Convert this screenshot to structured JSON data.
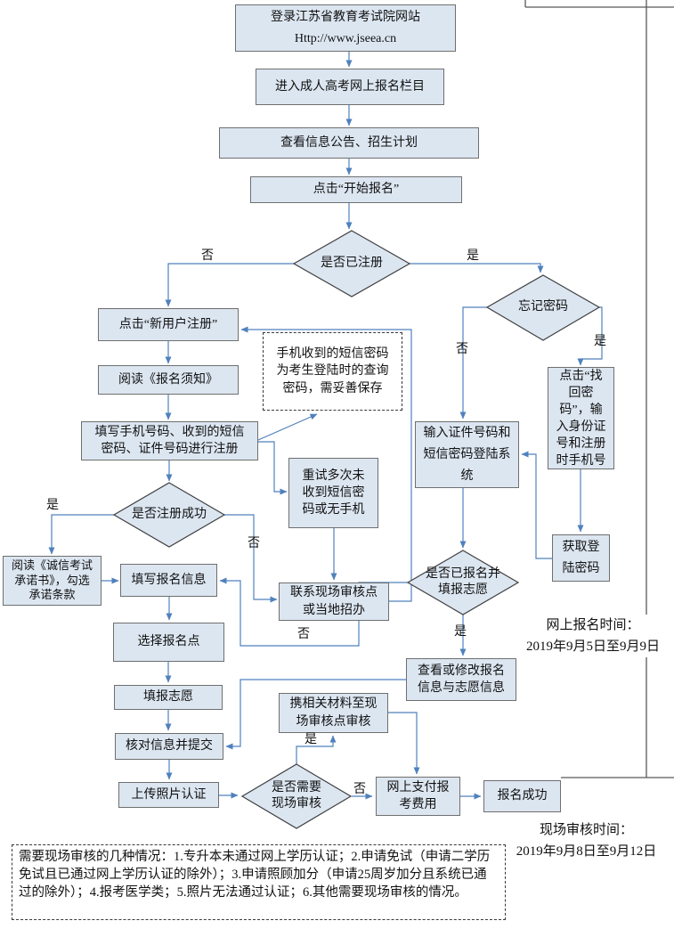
{
  "labels": {
    "yes": "是",
    "no": "否"
  },
  "nodes": {
    "login": "登录江苏省教育考试院网站\nHttp://www.jseea.cn",
    "enter": "进入成人高考网上报名栏目",
    "view": "查看信息公告、招生计划",
    "start": "点击“开始报名”",
    "registered": "是否已注册",
    "newuser": "点击“新用户注册”",
    "notice": "阅读《报名须知》",
    "fill": "填写手机号码、收到的短信\n密码、证件号码进行注册",
    "sms_note": "手机收到的短信密码\n为考生登陆时的查询\n密码，需妥善保存",
    "reg_success": "是否注册成功",
    "honesty": "阅读《诚信考试\n承诺书》，勾选\n承诺条款",
    "fill_info": "填写报名信息",
    "retry": "重试多次未\n收到短信密\n码或无手机",
    "contact": "联系现场审核点\n或当地招办",
    "forgot": "忘记密码",
    "find_pwd": "点击“找\n回密\n码”，输\n入身份证\n号和注册\n时手机号",
    "login_sys": "输入证件号码和\n短信密码登陆系\n统",
    "get_pwd": "获取登\n陆密码",
    "applied": "是否已报名并\n填报志愿",
    "modify": "查看或修改报名\n信息与志愿信息",
    "choose": "选择报名点",
    "volunteer": "填报志愿",
    "verify": "核对信息并提交",
    "upload": "上传照片认证",
    "onsite": "是否需要\n现场审核",
    "materials": "携相关材料至现\n场审核点审核",
    "pay": "网上支付报\n考费用",
    "success": "报名成功",
    "cases": "需要现场审核的几种情况：1.专升本未通过网上学历认证；2.申请免试（申请二学历免试且已通过网上学历认证的除外）；3.申请照顾加分（申请25周岁加分且系统已通过的除外）；4.报考医学类；5.照片无法通过认证；6.其他需要现场审核的情况。"
  },
  "annotations": {
    "online_time": "网上报名时间：\n2019年9月5日至9月9日",
    "onsite_time": "现场审核时间：\n2019年9月8日至9月12日"
  },
  "colors": {
    "node_fill": "#dce6f1",
    "node_border": "#6f6f6f",
    "diamond_border": "#404040",
    "arrow": "#4f81bd",
    "bracket": "#595959",
    "text": "#111111",
    "background": "#ffffff"
  }
}
